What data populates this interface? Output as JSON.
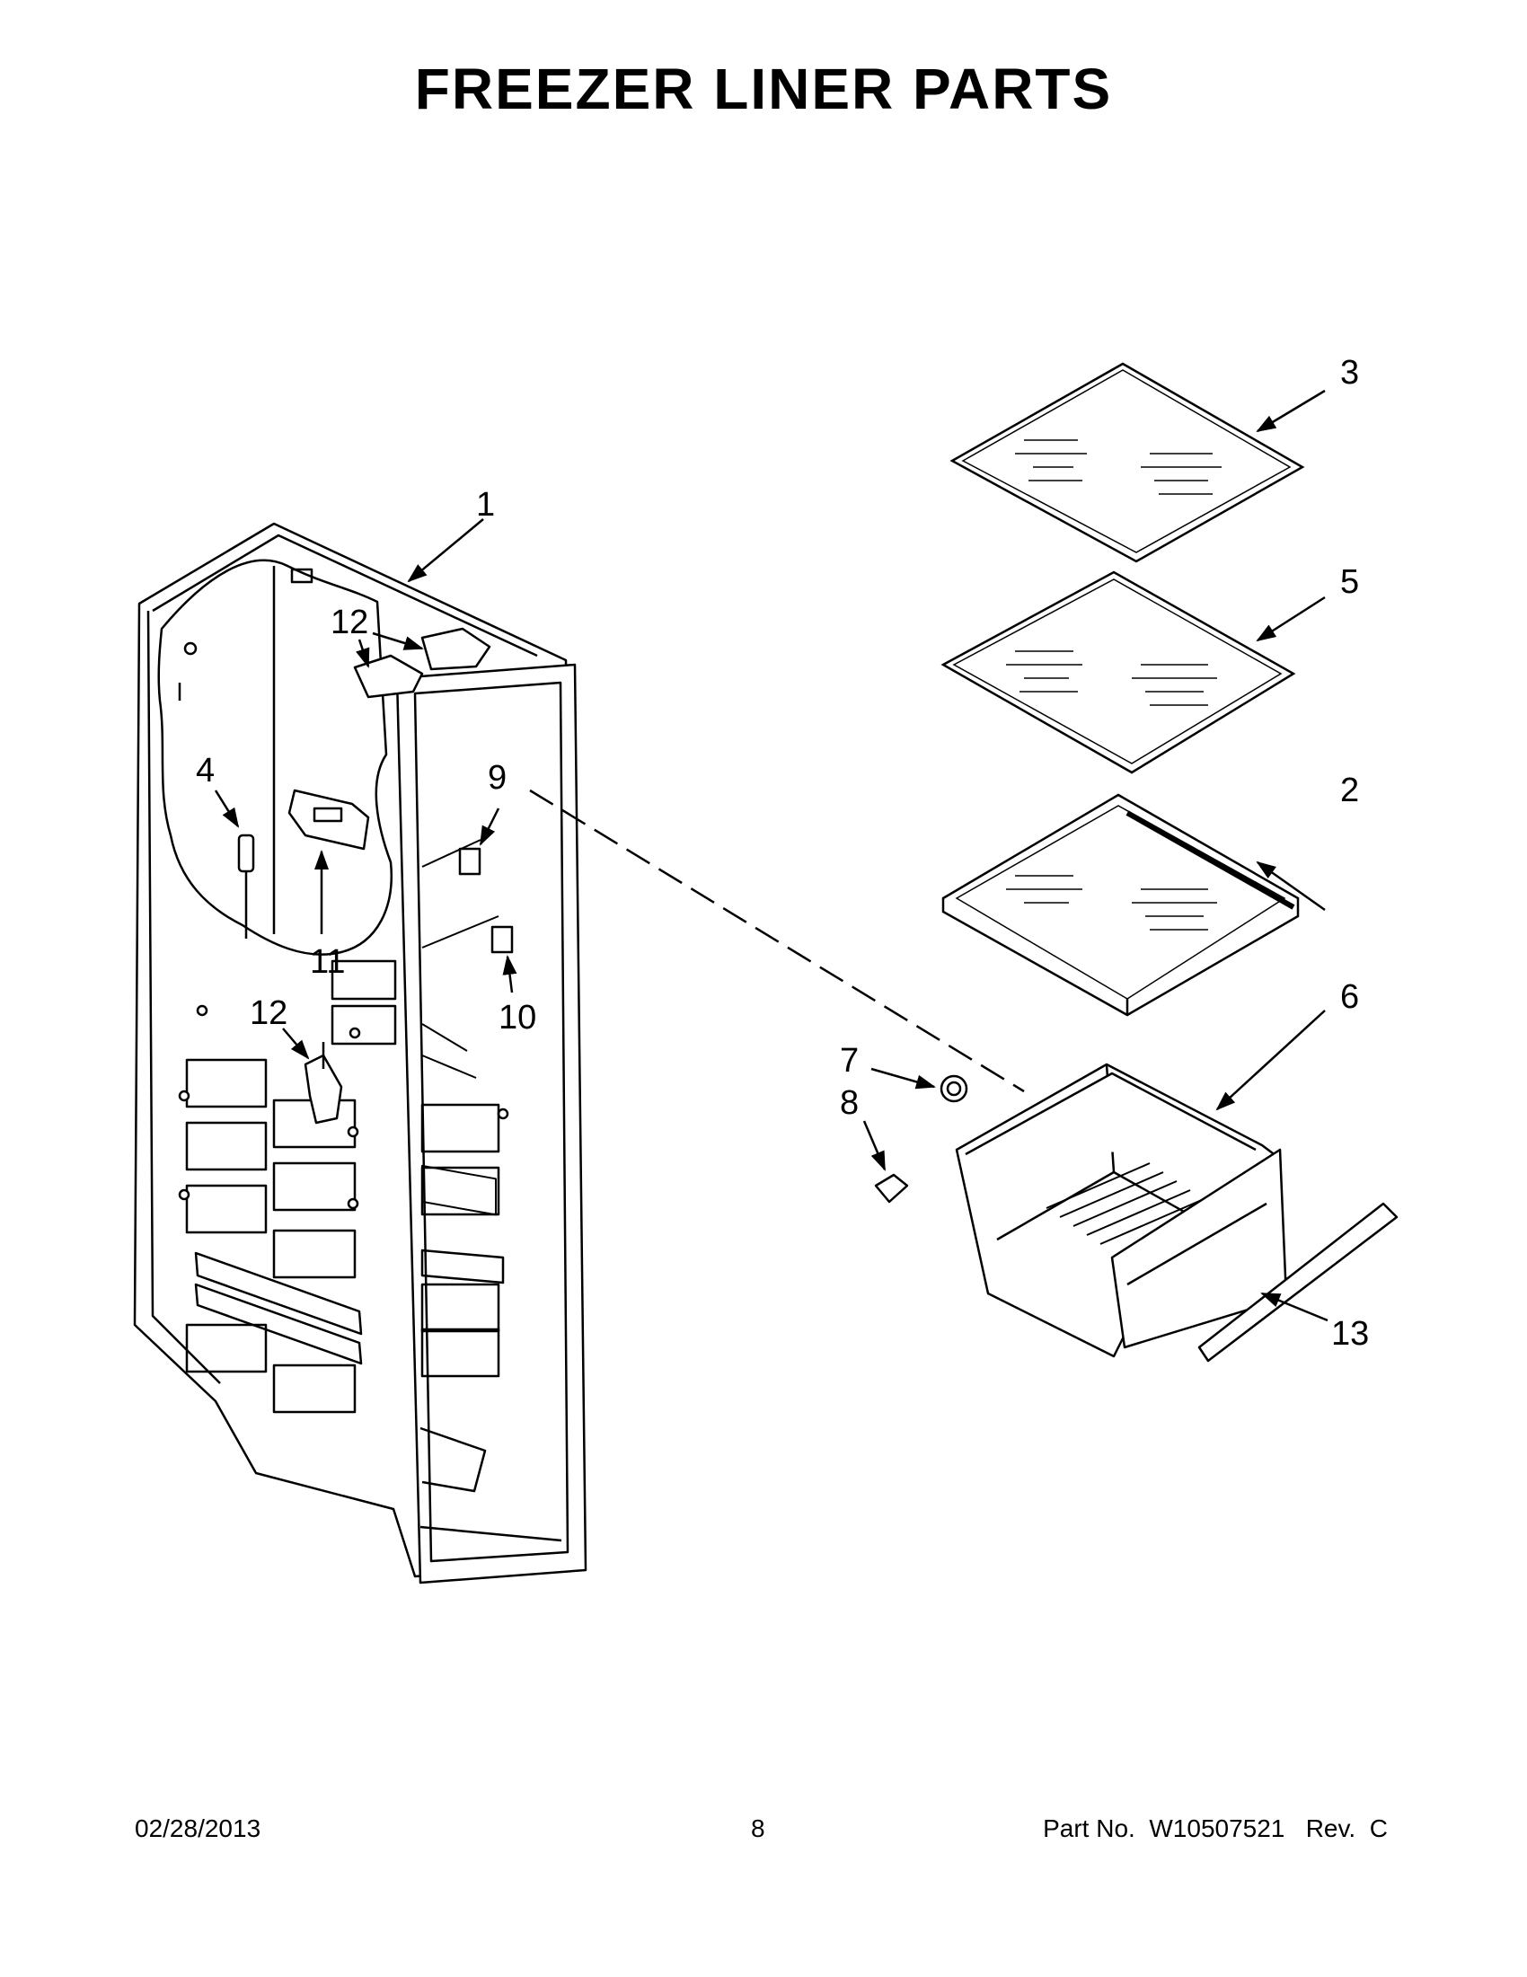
{
  "title": "FREEZER LINER PARTS",
  "callouts": [
    "1",
    "2",
    "3",
    "4",
    "5",
    "6",
    "7",
    "8",
    "9",
    "10",
    "11",
    "12",
    "12",
    "13"
  ],
  "footer": {
    "date": "02/28/2013",
    "page": "8",
    "part_no": "Part No.  W10507521   Rev.  C"
  }
}
